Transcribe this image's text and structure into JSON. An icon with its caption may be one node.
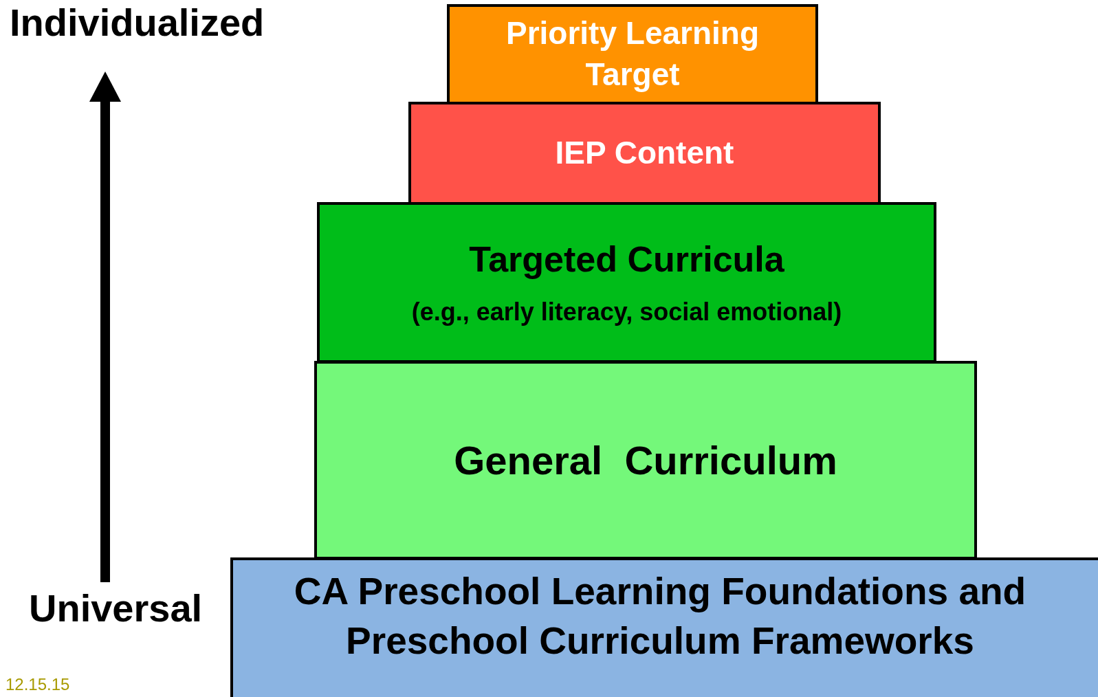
{
  "diagram": {
    "nodes": [
      {
        "text": [
          "Priority Learning Target"
        ]
      },
      {
        "text": [
          "IEP Content"
        ]
      },
      {
        "text": [
          "Targeted Curricula",
          "(e.g., early literacy, social emotional)"
        ]
      },
      {
        "text": [
          "General  Curriculum"
        ]
      },
      {
        "text": [
          "CA Preschool Learning Foundations and Preschool Curriculum Frameworks"
        ]
      }
    ],
    "edges": [],
    "labels": [
      "Individualized",
      "Universal",
      "12.15.15"
    ]
  }
}
